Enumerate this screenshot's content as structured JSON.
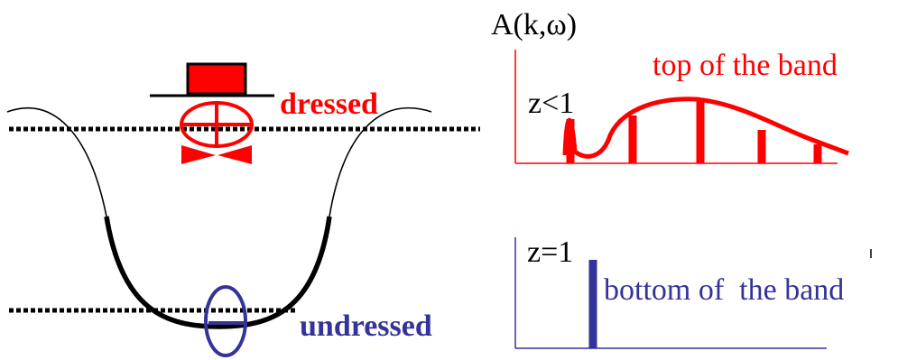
{
  "labels": {
    "dressed": "dressed",
    "undressed": "undressed",
    "spectral_function": "A(k,ω)",
    "top_of_band": "top of the band",
    "bottom_of_band": "bottom of  the band",
    "z_less_than_one": "z<1",
    "z_equals_one": "z=1"
  },
  "colors": {
    "red": "#ff0000",
    "blue": "#333399",
    "black": "#000000"
  },
  "icons": {
    "positive_charge": "plus-in-ellipse",
    "negative_charge": "minus-in-ellipse",
    "top_hat": "top-hat",
    "bow_tie": "bow-tie"
  }
}
